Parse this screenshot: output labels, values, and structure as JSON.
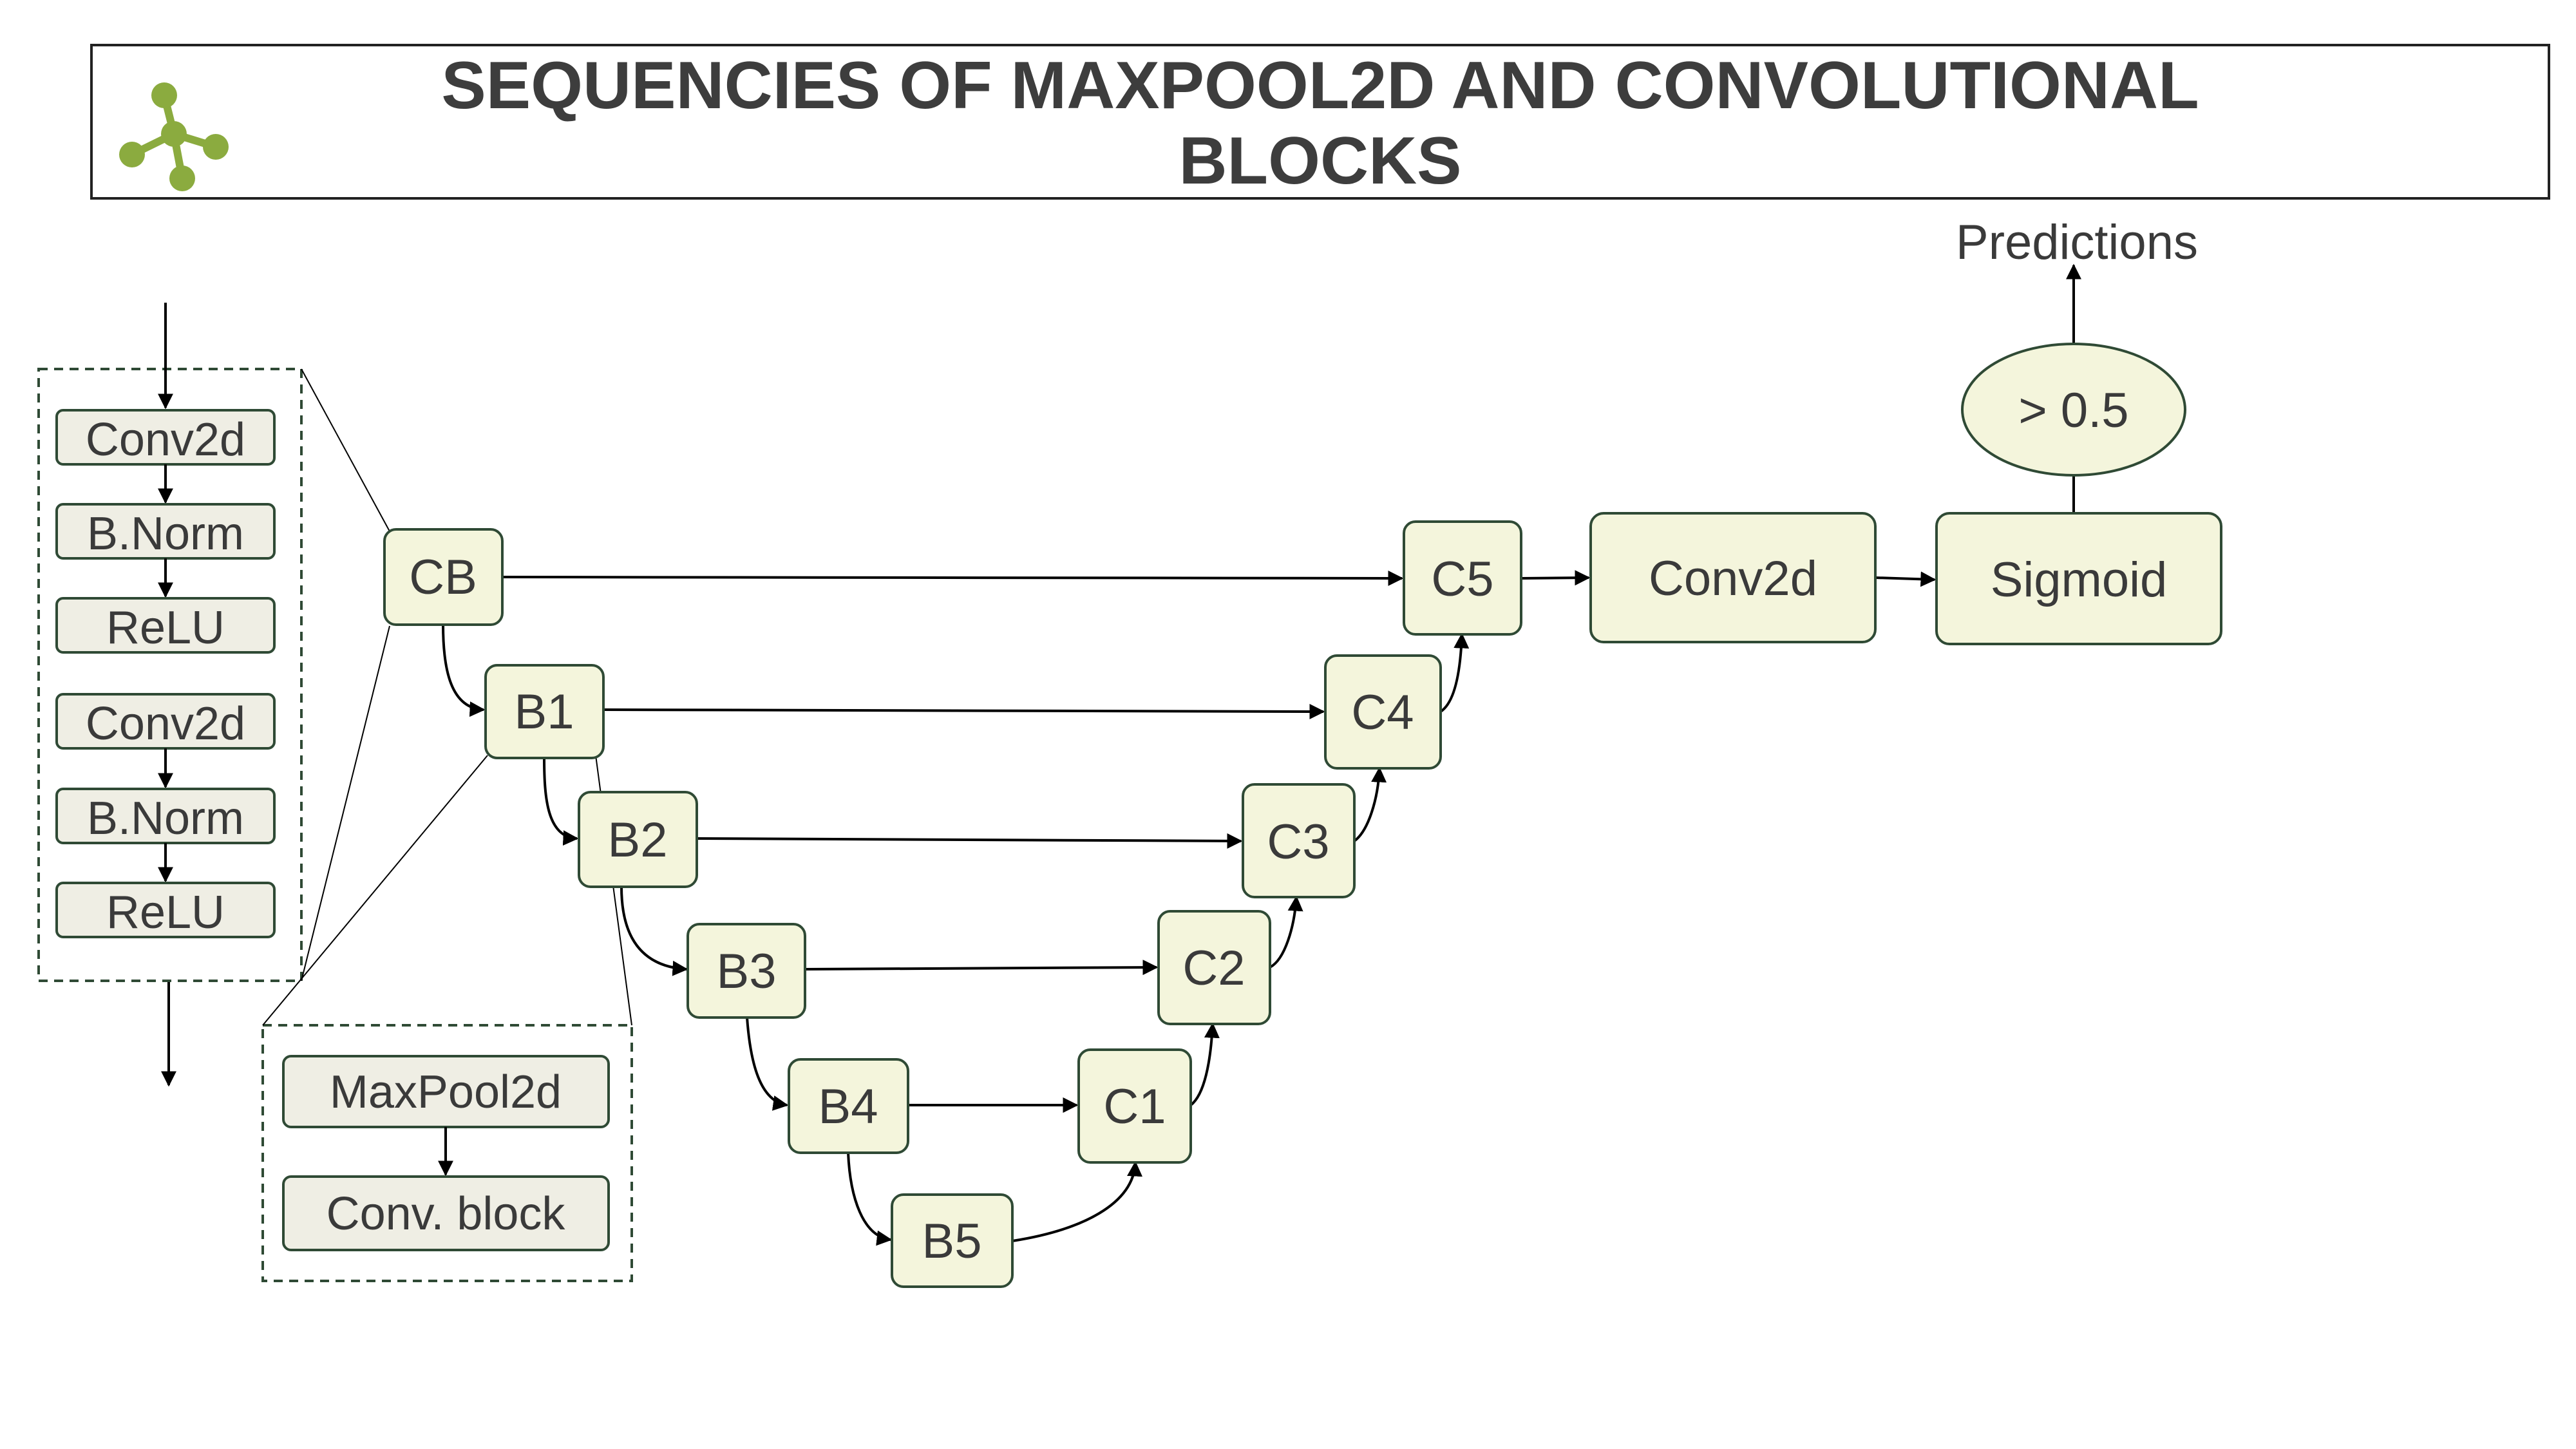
{
  "title": {
    "line1": "SEQUENCIES OF MAXPOOL2D AND CONVOLUTIONAL",
    "line2": "BLOCKS",
    "logo_icon": "molecule-network-icon",
    "logo_color": "#8bab3f"
  },
  "conv_block_detail": {
    "layers": [
      "Conv2d",
      "B.Norm",
      "ReLU",
      "Conv2d",
      "B.Norm",
      "ReLU"
    ]
  },
  "down_block_detail": {
    "layers": [
      "MaxPool2d",
      "Conv. block"
    ]
  },
  "encoder": {
    "cb": "CB",
    "blocks": [
      "B1",
      "B2",
      "B3",
      "B4",
      "B5"
    ]
  },
  "decoder": {
    "blocks": [
      "C1",
      "C2",
      "C3",
      "C4",
      "C5"
    ]
  },
  "head": {
    "conv": "Conv2d",
    "sigmoid": "Sigmoid",
    "threshold": "> 0.5",
    "output": "Predictions"
  },
  "colors": {
    "node_fill": "#f4f5dc",
    "detail_fill": "#efeee4",
    "border": "#2f4a35",
    "text": "#3a3a3a"
  }
}
